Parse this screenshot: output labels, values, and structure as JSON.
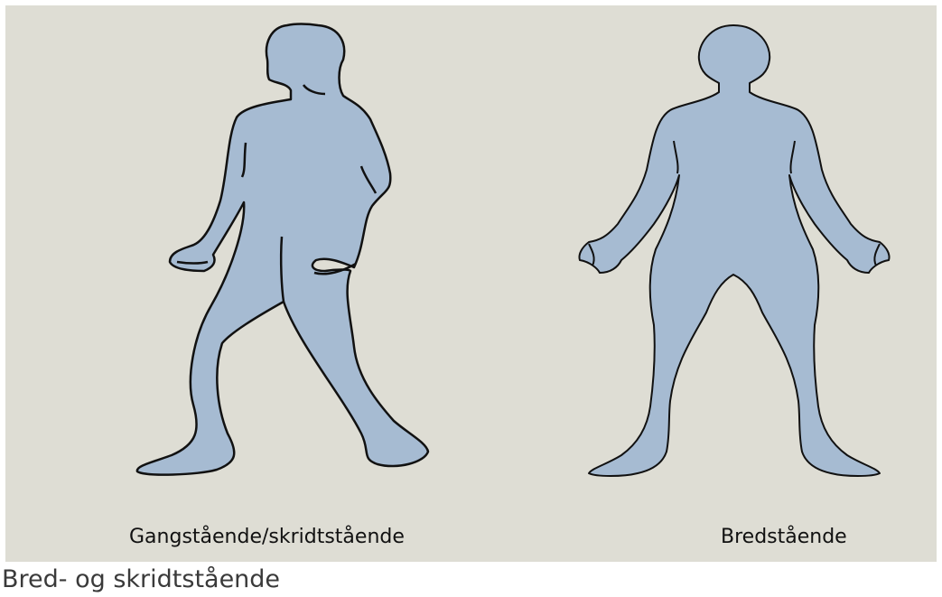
{
  "figures": [
    {
      "key": "walk",
      "label": "Gangstående/skridtstående"
    },
    {
      "key": "wide",
      "label": "Bredstående"
    }
  ],
  "caption": "Bred- og skridtstående",
  "colors": {
    "figure_fill": "#a6bbd2",
    "figure_stroke": "#111111",
    "panel_background": "#deddd4"
  }
}
